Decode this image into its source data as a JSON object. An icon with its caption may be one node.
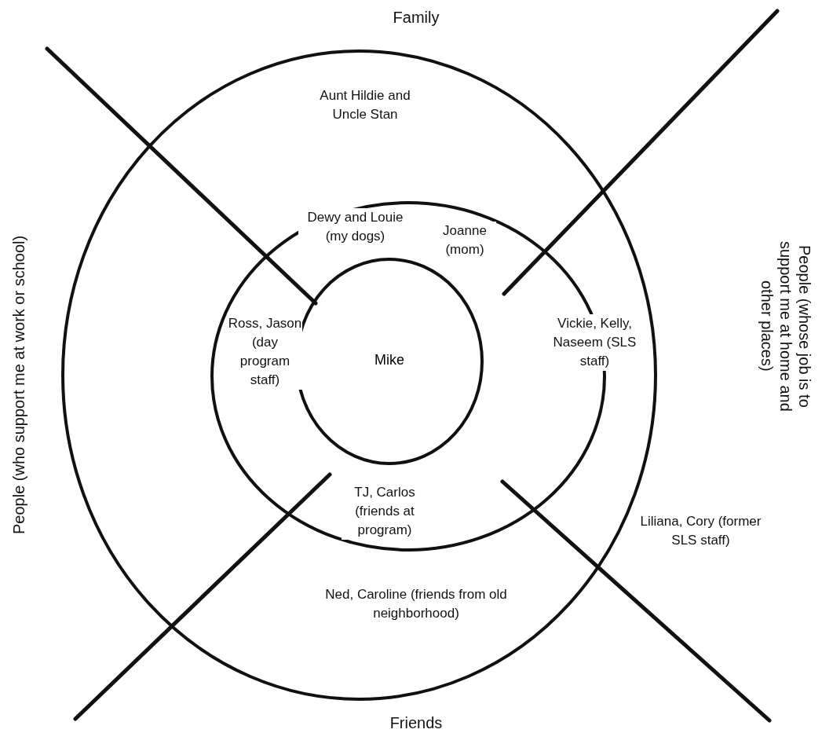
{
  "diagram": {
    "nodes": [
      {
        "text": [],
        "shape": "circle"
      },
      {
        "text": [],
        "shape": "circle",
        "in": 0
      },
      {
        "text": [
          "Mike"
        ],
        "in": 1
      }
    ],
    "labels": [
      "Family",
      "Aunt Hildie and Uncle Stan",
      "Dewy and Louie (my dogs)",
      "Joanne (mom)",
      "People (who support me at work or school)",
      "People (whose job is to support me at home and other places)",
      "Vickie, Kelly, Naseem (SLS staff)",
      "Ross, Jason (day program staff)",
      "Liliana, Cory (former SLS staff)",
      "TJ, Carlos (friends at program)",
      "Ned, Caroline (friends from old neighborhood)",
      "Friends"
    ]
  }
}
